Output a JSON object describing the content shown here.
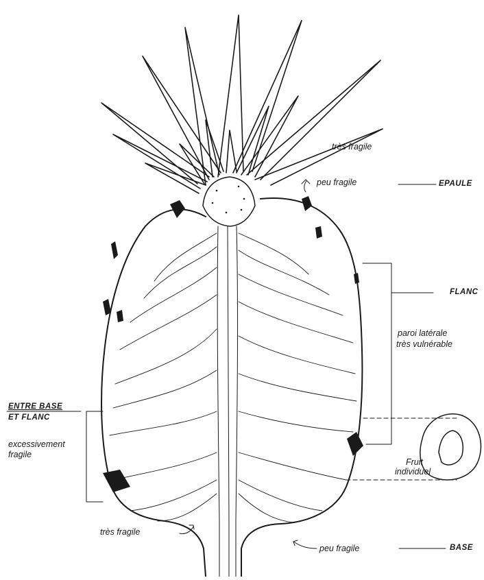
{
  "labels": {
    "tres_fragile_top": "très fragile",
    "peu_fragile_top": "peu fragile",
    "epaule": "EPAULE",
    "flanc": "FLANC",
    "paroi_line1": "paroi latérale",
    "paroi_line2": "très vulnérable",
    "entre_base_line1": "ENTRE BASE",
    "entre_base_line2": "ET FLANC",
    "excessivement_line1": "excessivement",
    "excessivement_line2": "fragile",
    "fruit_line1": "Fruit",
    "fruit_line2": "individuel",
    "tres_fragile_bottom": "très fragile",
    "peu_fragile_bottom": "peu fragile",
    "base": "BASE"
  },
  "colors": {
    "ink": "#1a1a1a",
    "paper": "#ffffff"
  }
}
